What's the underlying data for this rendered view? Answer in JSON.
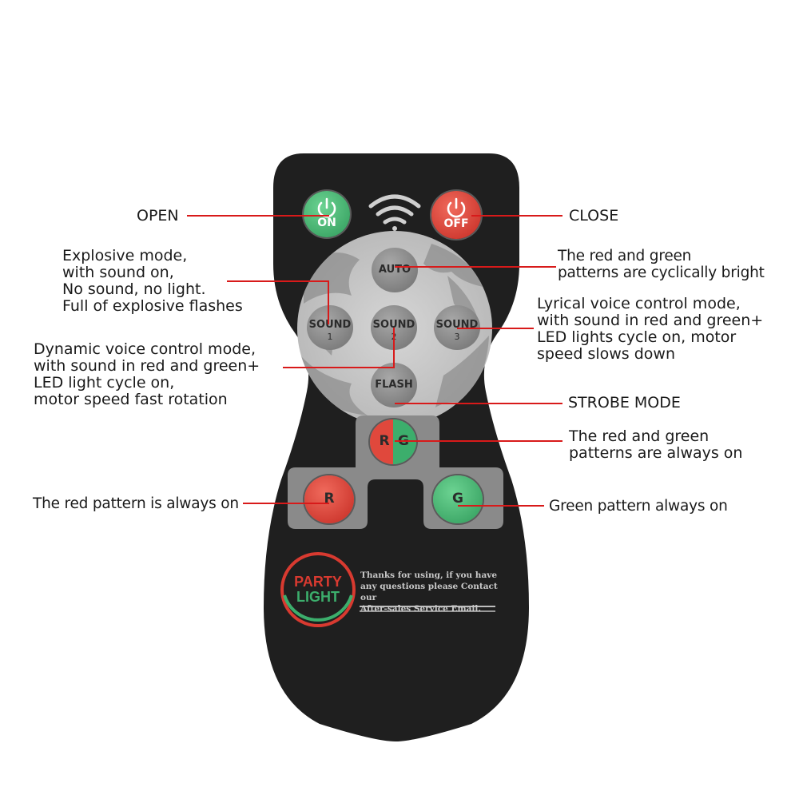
{
  "remote": {
    "buttons": {
      "on": "ON",
      "off": "OFF",
      "auto": "AUTO",
      "sound1": {
        "label": "SOUND",
        "num": "1"
      },
      "sound2": {
        "label": "SOUND",
        "num": "2"
      },
      "sound3": {
        "label": "SOUND",
        "num": "3"
      },
      "flash": "FLASH",
      "rg_r": "R",
      "rg_g": "G",
      "r": "R",
      "g": "G"
    },
    "logo": {
      "line1": "PARTY",
      "line2": "LIGHT"
    },
    "thanks_text": "Thanks for using, if you have\nany questions please Contact our\nAfter-sales Service Email."
  },
  "annotations": {
    "open": "OPEN",
    "close": "CLOSE",
    "explosive": "Explosive mode,\nwith sound on,\nNo sound, no light.\nFull of explosive flashes",
    "auto_desc": "The red and green\npatterns are cyclically bright",
    "lyrical": "Lyrical voice control mode,\nwith sound in red and green+\nLED lights cycle on, motor\nspeed slows down",
    "dynamic": "Dynamic voice control mode,\nwith sound in red and green+\nLED light cycle on,\nmotor speed fast rotation",
    "strobe": "STROBE MODE",
    "rg_desc": "The red and green\npatterns are always on",
    "red_desc": "The red pattern is always on",
    "green_desc": "Green pattern always on"
  },
  "colors": {
    "body": "#1f1f1f",
    "accent_red": "#d81a1a",
    "btn_green": "#3cae6c",
    "btn_red": "#d83a30",
    "btn_gray": "#8a8a8a",
    "pad_gray": "#bdbdbd"
  }
}
